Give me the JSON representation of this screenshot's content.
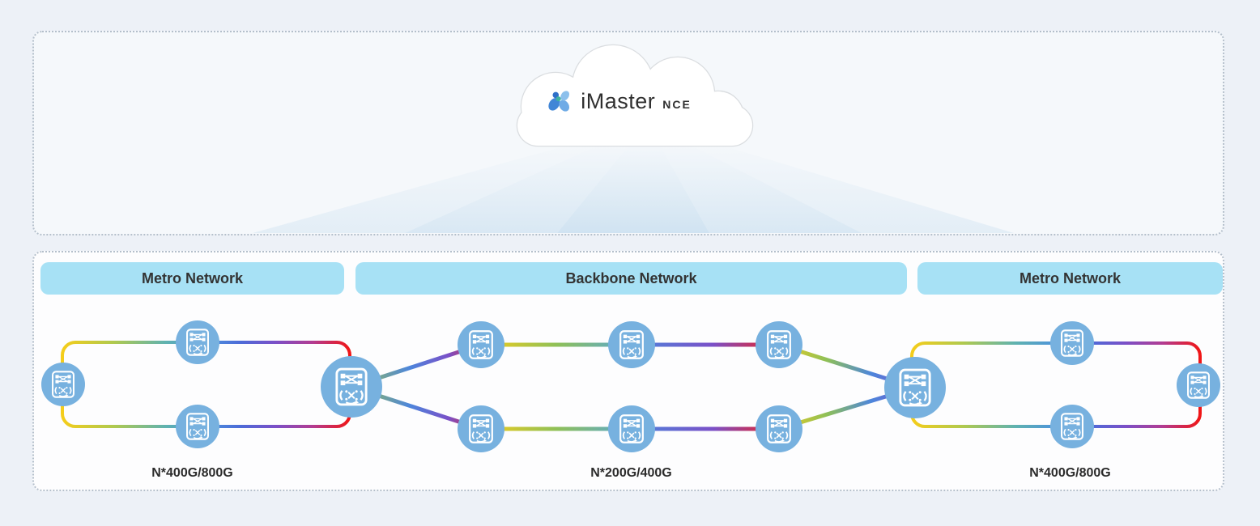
{
  "cloud": {
    "brand": "iMaster",
    "brand_suffix": "NCE"
  },
  "sections": [
    {
      "label": "Metro Network",
      "capacity": "N*400G/800G",
      "node_count": 4
    },
    {
      "label": "Backbone Network",
      "capacity": "N*200G/400G",
      "node_count": 8
    },
    {
      "label": "Metro Network",
      "capacity": "N*400G/800G",
      "node_count": 4
    }
  ],
  "icons": {
    "cloud": "cloud-icon",
    "logo": "imaster-logo-icon",
    "node": "optical-cross-connect-icon"
  },
  "colors": {
    "page_bg": "#EDF1F7",
    "panel_bg_top": "#F5F8FB",
    "panel_bg_bottom": "#FDFDFE",
    "panel_border": "#B4BFCB",
    "header_bg": "#A7E1F5",
    "heading_text": "#333333",
    "node_fill": "#77B1DF",
    "cloud_stroke": "#DADDE0",
    "ray_tint": "#CBE0F0",
    "link_gradient": [
      "#F5CD1A",
      "#AFC94F",
      "#5FB2B0",
      "#4D93DC",
      "#4D6BD8",
      "#7A50C8",
      "#F01616"
    ]
  }
}
